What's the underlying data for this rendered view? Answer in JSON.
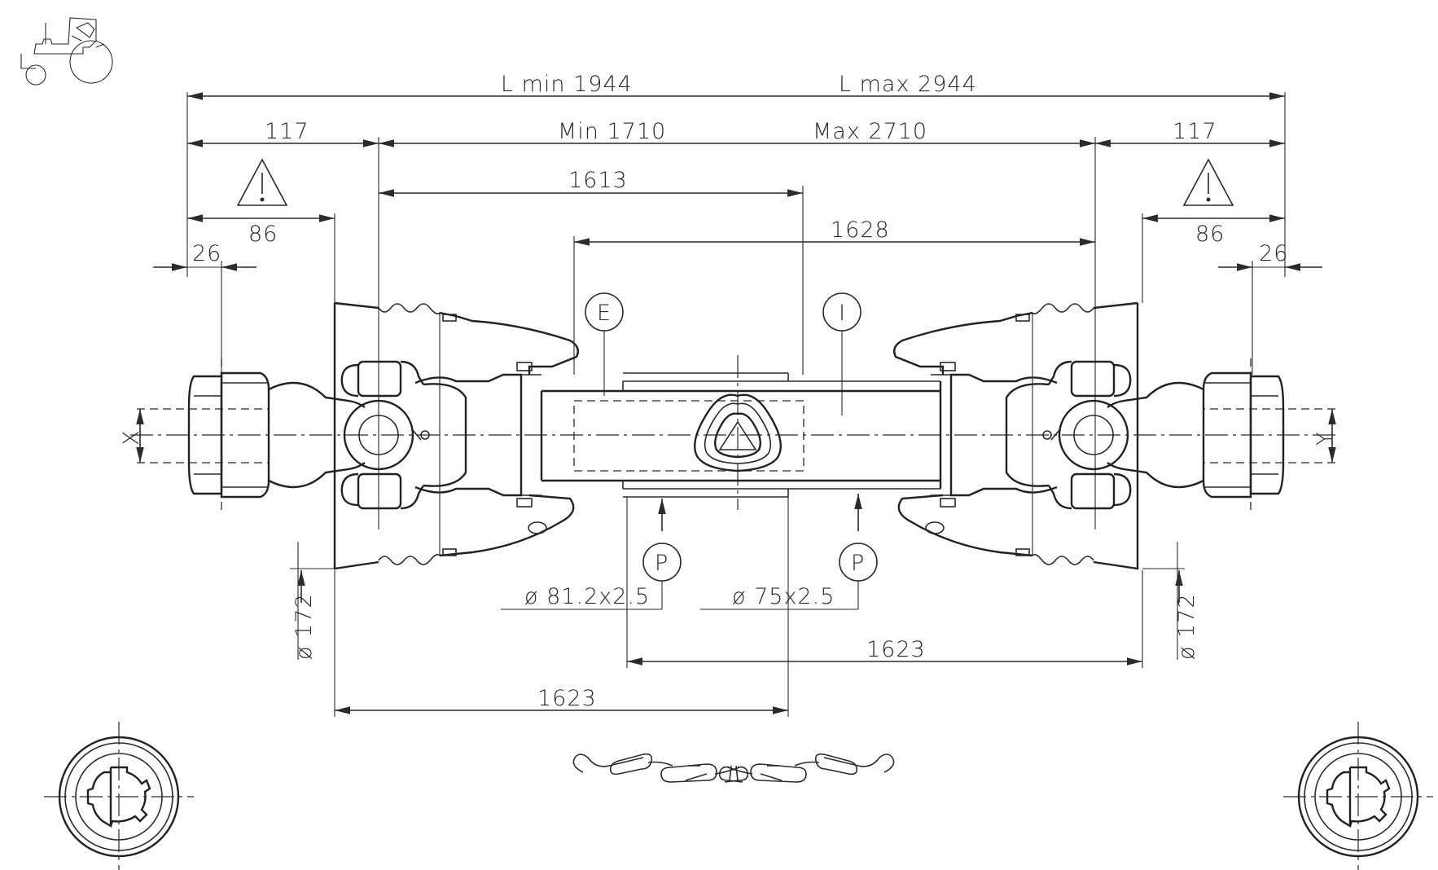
{
  "dimensions": {
    "l_min": "L min 1944",
    "l_max": "L max 2944",
    "fork_left": "117",
    "fork_right": "117",
    "min_len": "Min 1710",
    "max_len": "Max 2710",
    "outer_profile": "1613",
    "inner_profile": "1628",
    "guard_left": "86",
    "guard_right": "86",
    "yoke_left": "26",
    "yoke_right": "26",
    "guard_diameter_left": "ø 172",
    "guard_diameter_right": "ø 172",
    "tube_outer": "ø 81.2x2.5",
    "tube_inner": "ø 75x2.5",
    "half_right": "1623",
    "half_left": "1623"
  },
  "labels": {
    "outer_tube": "E",
    "inner_tube": "I",
    "profile_p1": "P",
    "profile_p2": "P",
    "side_x": "X",
    "side_y": "Y",
    "warning_mark": "!"
  },
  "icons": {
    "tractor": "tractor-icon",
    "warning": "warning-triangle-icon",
    "spline": "splined-hub-icon",
    "chain": "safety-chain-icon"
  },
  "colors": {
    "line": "#2b2b2b",
    "background": "#ffffff"
  }
}
